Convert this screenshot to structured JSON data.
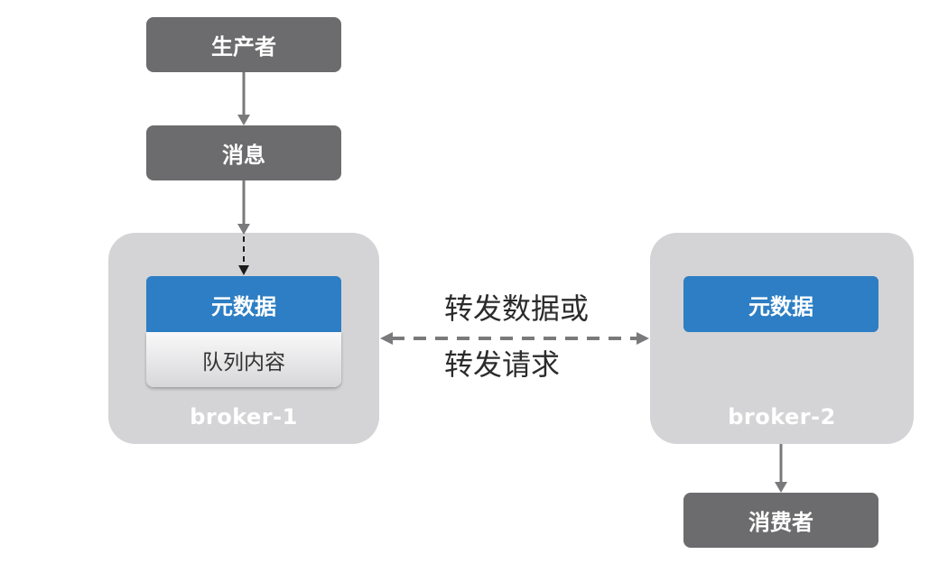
{
  "nodes": {
    "producer": "生产者",
    "message": "消息",
    "consumer": "消费者"
  },
  "broker1": {
    "label": "broker-1",
    "metadata": "元数据",
    "queue_content": "队列内容"
  },
  "broker2": {
    "label": "broker-2",
    "metadata": "元数据"
  },
  "forward_label": {
    "line1": "转发数据或",
    "line2": "转发请求"
  },
  "colors": {
    "dark_box": "#6c6c6e",
    "broker_bg": "#d4d4d6",
    "metadata_blue": "#2d7ec4",
    "arrow": "#7a7a7c"
  }
}
